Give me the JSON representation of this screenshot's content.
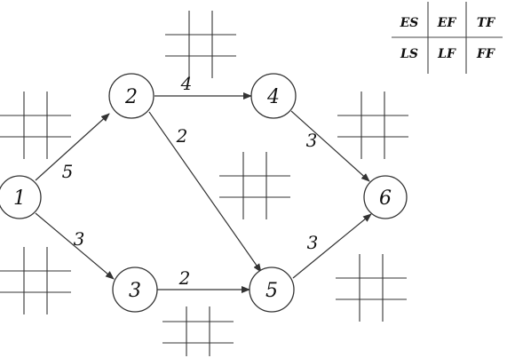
{
  "nodes": [
    {
      "id": "1",
      "label": "1"
    },
    {
      "id": "2",
      "label": "2"
    },
    {
      "id": "3",
      "label": "3"
    },
    {
      "id": "4",
      "label": "4"
    },
    {
      "id": "5",
      "label": "5"
    },
    {
      "id": "6",
      "label": "6"
    }
  ],
  "edges": [
    {
      "from": "1",
      "to": "2",
      "duration": "5"
    },
    {
      "from": "1",
      "to": "3",
      "duration": "3"
    },
    {
      "from": "2",
      "to": "4",
      "duration": "4"
    },
    {
      "from": "2",
      "to": "5",
      "duration": "2"
    },
    {
      "from": "3",
      "to": "5",
      "duration": "2"
    },
    {
      "from": "4",
      "to": "6",
      "duration": "3"
    },
    {
      "from": "5",
      "to": "6",
      "duration": "3"
    }
  ],
  "legend": {
    "row1": [
      "ES",
      "EF",
      "TF"
    ],
    "row2": [
      "LS",
      "LF",
      "FF"
    ]
  }
}
